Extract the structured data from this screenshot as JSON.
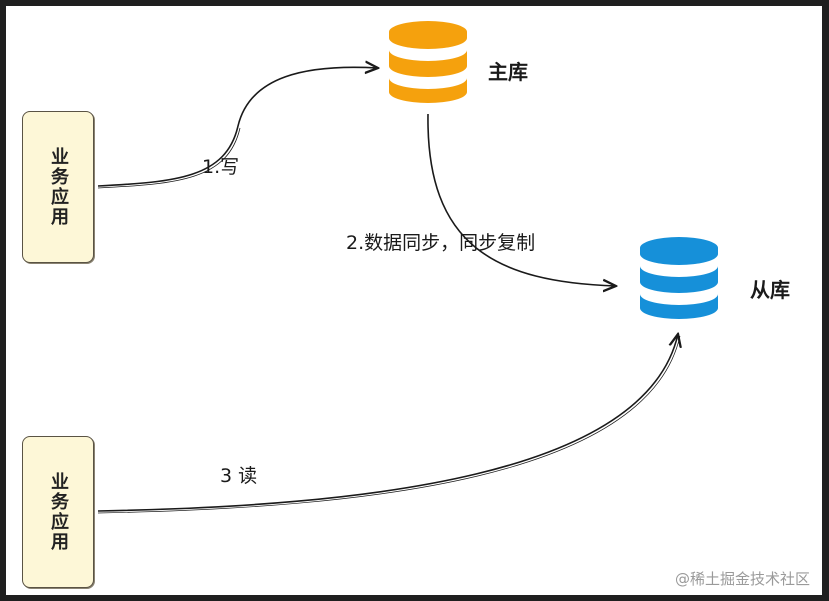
{
  "nodes": {
    "app_top": {
      "text": "业务应用"
    },
    "app_bottom": {
      "text": "业务应用"
    },
    "master_db": {
      "label": "主库",
      "color": "#f5a10d",
      "icon": "database-icon"
    },
    "slave_db": {
      "label": "从库",
      "color": "#1690d9",
      "icon": "database-icon"
    }
  },
  "edges": {
    "write": {
      "label": "1.写"
    },
    "sync": {
      "label": "2.数据同步，同步复制"
    },
    "read": {
      "label": "3 读"
    }
  },
  "watermark": "@稀土掘金技术社区",
  "colors": {
    "stroke": "#1a1a1a",
    "app_fill": "#fdf7d7",
    "background": "#ffffff"
  }
}
